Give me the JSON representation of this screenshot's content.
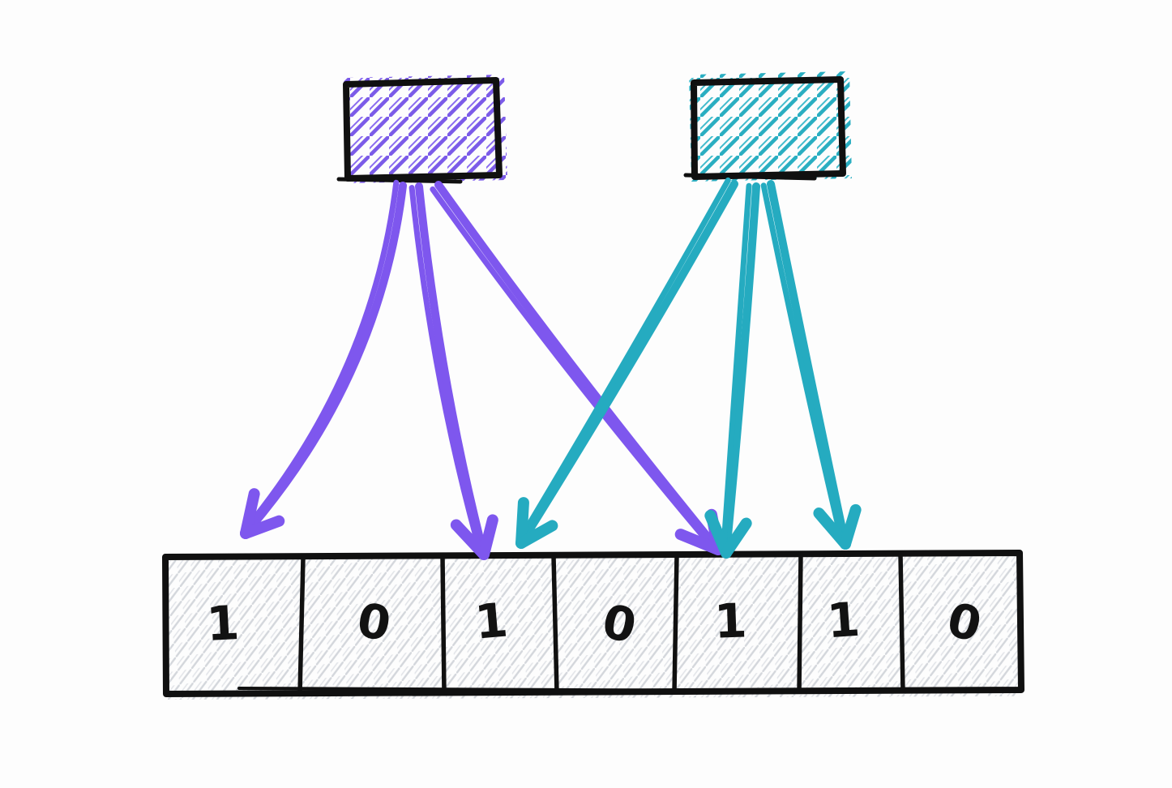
{
  "diagram": {
    "kind": "bloom-filter-sketch",
    "background": "#fdfdfd",
    "ink_color": "#101010"
  },
  "items": [
    {
      "name": "hashed-item-purple",
      "hatch_color": "#7b5be8",
      "arrow_color": "#7e57ee"
    },
    {
      "name": "hashed-item-teal",
      "hatch_color": "#2aaec1",
      "arrow_color": "#25abc0"
    }
  ],
  "bit_array": {
    "cells": [
      "1",
      "0",
      "1",
      "0",
      "1",
      "1",
      "0"
    ],
    "hatch_color": "#d5d8dd",
    "border_color": "#101010",
    "digit_color": "#121212"
  },
  "arrows": [
    {
      "from_item": 0,
      "to_cell": 0
    },
    {
      "from_item": 0,
      "to_cell": 2
    },
    {
      "from_item": 0,
      "to_cell": 4
    },
    {
      "from_item": 1,
      "to_cell": 2
    },
    {
      "from_item": 1,
      "to_cell": 4
    },
    {
      "from_item": 1,
      "to_cell": 5
    }
  ]
}
